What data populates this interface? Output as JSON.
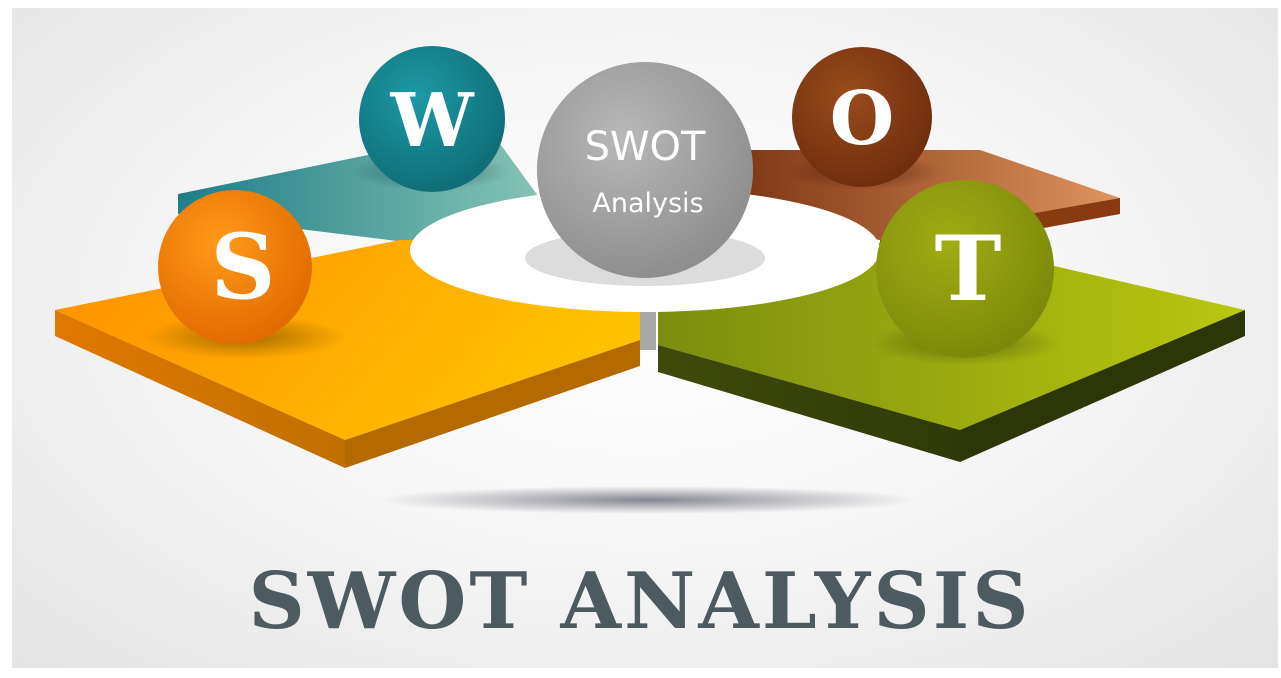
{
  "diagram": {
    "center": {
      "line1": "SWOT",
      "line2": "Analysis"
    },
    "quadrants": [
      {
        "key": "strengths",
        "letter": "S",
        "color": "#ff9800"
      },
      {
        "key": "weaknesses",
        "letter": "W",
        "color": "#1a8793"
      },
      {
        "key": "opportunities",
        "letter": "O",
        "color": "#8a3f17"
      },
      {
        "key": "threats",
        "letter": "T",
        "color": "#8c9a11"
      }
    ],
    "title": "SWOT ANALYSIS"
  }
}
